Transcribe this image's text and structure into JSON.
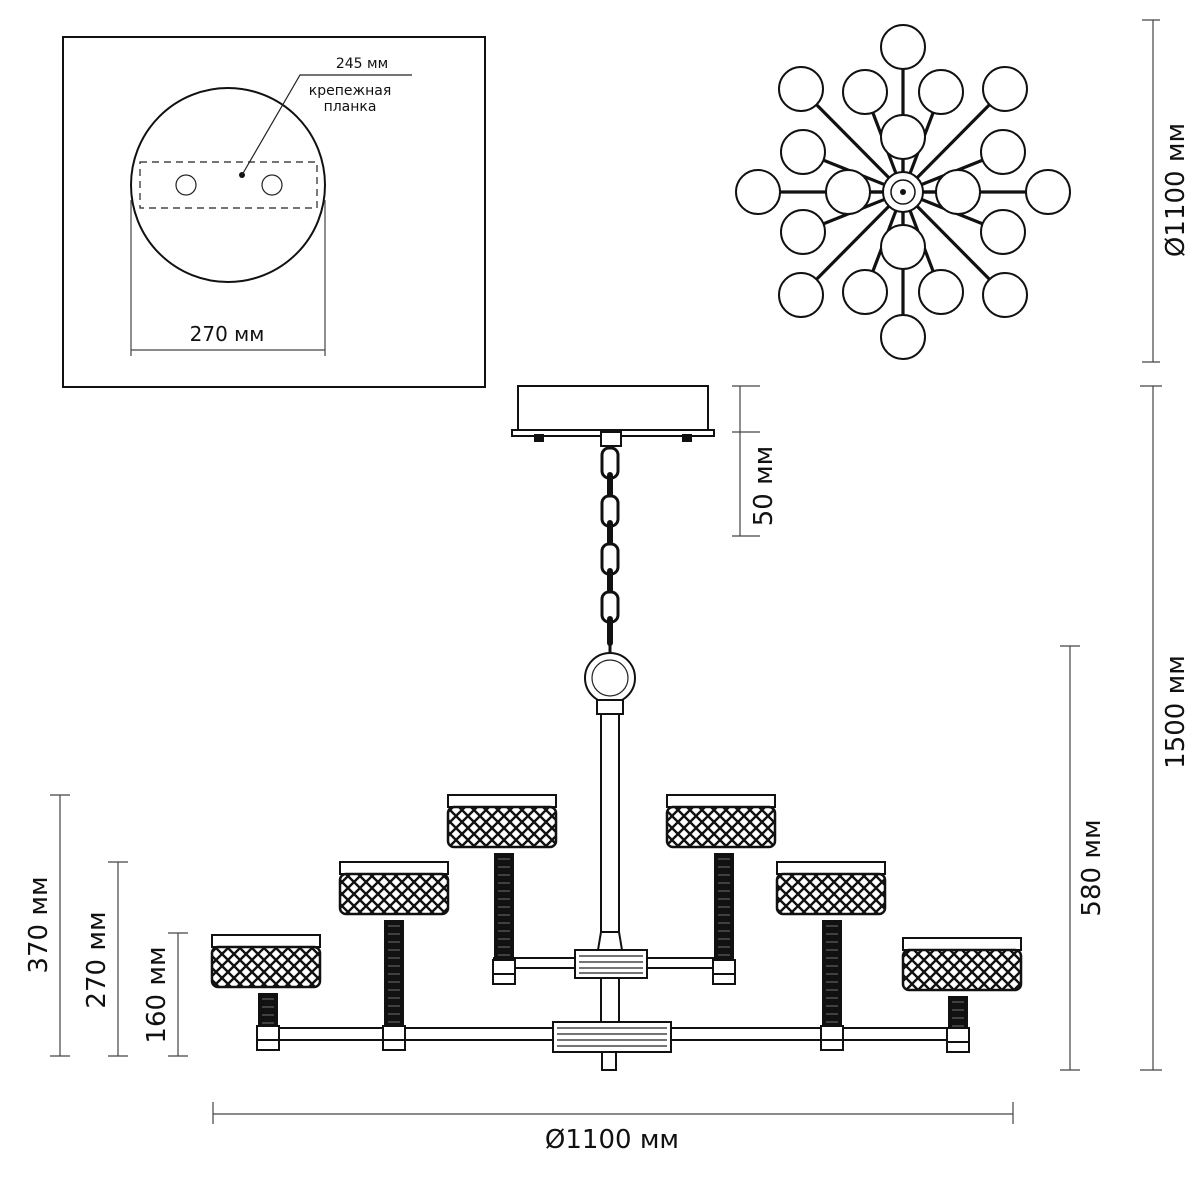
{
  "inset": {
    "plate_label": "245 мм",
    "plate_caption_line1": "крепежная",
    "plate_caption_line2": "планка",
    "base_width_label": "270 мм"
  },
  "top_view": {
    "diameter_label": "Ø1100 мм"
  },
  "side_view": {
    "canopy_height_label": "50 мм",
    "total_height_label": "1500 мм",
    "body_height_label": "580 мм",
    "tier3_height_label": "370 мм",
    "tier2_height_label": "270 мм",
    "tier1_height_label": "160 мм",
    "width_label": "Ø1100 мм"
  }
}
